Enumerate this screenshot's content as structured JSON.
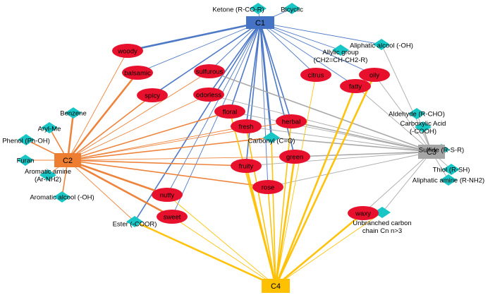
{
  "colors": {
    "C1": "#4472c4",
    "C2": "#ed7d31",
    "C3": "#a5a5a5",
    "C4": "#ffc000",
    "odor_node": "#e8112d",
    "group_node": "#19c6c6"
  },
  "node_styles": {
    "cluster": "rectangle",
    "odor": "red-ellipse",
    "chemical_group": "cyan-diamond"
  },
  "clusters": [
    {
      "id": "C1",
      "label": "C1"
    },
    {
      "id": "C2",
      "label": "C2"
    },
    {
      "id": "C3",
      "label": "C3"
    },
    {
      "id": "C4",
      "label": "C4"
    }
  ],
  "odors": [
    {
      "id": "woody",
      "label": "woody"
    },
    {
      "id": "balsamic",
      "label": "balsamic"
    },
    {
      "id": "sulfurous",
      "label": "sulfurous"
    },
    {
      "id": "spicy",
      "label": "spicy"
    },
    {
      "id": "odorless",
      "label": "odorless"
    },
    {
      "id": "citrus",
      "label": "citrus"
    },
    {
      "id": "oily",
      "label": "oily"
    },
    {
      "id": "fatty",
      "label": "fatty"
    },
    {
      "id": "floral",
      "label": "floral"
    },
    {
      "id": "fresh",
      "label": "fresh"
    },
    {
      "id": "herbal",
      "label": "herbal"
    },
    {
      "id": "green",
      "label": "green"
    },
    {
      "id": "fruity",
      "label": "fruity"
    },
    {
      "id": "rose",
      "label": "rose"
    },
    {
      "id": "nutty",
      "label": "nutty"
    },
    {
      "id": "sweet",
      "label": "sweet"
    },
    {
      "id": "waxy",
      "label": "waxy"
    }
  ],
  "groups": [
    {
      "id": "ketone",
      "label": "Ketone (R-CO-R)"
    },
    {
      "id": "bicyclic",
      "label": "Bicyclic"
    },
    {
      "id": "aliph_alc",
      "label": "Aliphatic alcool (-OH)"
    },
    {
      "id": "allylic",
      "label": "Allylic group\n(CH2=CH-CH2-R)"
    },
    {
      "id": "benzene",
      "label": "Benzene"
    },
    {
      "id": "arylme",
      "label": "Aryl-Me"
    },
    {
      "id": "phenol",
      "label": "Phenol (Ph-OH)"
    },
    {
      "id": "furan",
      "label": "Furan"
    },
    {
      "id": "arom_amine",
      "label": "Aromatic amine\n(Ar-NH2)"
    },
    {
      "id": "arom_alc",
      "label": "Aromatic alcool (-OH)"
    },
    {
      "id": "carbonyl",
      "label": "Carbonyl (C=O)"
    },
    {
      "id": "aldehyde",
      "label": "Aldehyde (R-CHO)"
    },
    {
      "id": "carbox",
      "label": "Carboxylic Acid\n(-COOH)"
    },
    {
      "id": "sulfide",
      "label": "Sulfide (R-S-R)"
    },
    {
      "id": "thiol",
      "label": "Thiol (R-SH)"
    },
    {
      "id": "aliph_amine",
      "label": "Aliphatic amine (R-NH2)"
    },
    {
      "id": "ester",
      "label": "Ester (-COOR)"
    },
    {
      "id": "unbranched",
      "label": "Unbranched carbon\nchain Cn n>3"
    }
  ],
  "edges": [
    {
      "from": "C1",
      "to": "ketone",
      "cluster": "C1",
      "weight": 1
    },
    {
      "from": "C1",
      "to": "bicyclic",
      "cluster": "C1",
      "weight": 1
    },
    {
      "from": "C1",
      "to": "woody",
      "cluster": "C1",
      "weight": 3
    },
    {
      "from": "C1",
      "to": "balsamic",
      "cluster": "C1",
      "weight": 1
    },
    {
      "from": "C1",
      "to": "sulfurous",
      "cluster": "C1",
      "weight": 1
    },
    {
      "from": "C1",
      "to": "spicy",
      "cluster": "C1",
      "weight": 2
    },
    {
      "from": "C1",
      "to": "odorless",
      "cluster": "C1",
      "weight": 2
    },
    {
      "from": "C1",
      "to": "floral",
      "cluster": "C1",
      "weight": 2
    },
    {
      "from": "C1",
      "to": "fresh",
      "cluster": "C1",
      "weight": 2
    },
    {
      "from": "C1",
      "to": "herbal",
      "cluster": "C1",
      "weight": 2
    },
    {
      "from": "C1",
      "to": "carbonyl",
      "cluster": "C1",
      "weight": 3
    },
    {
      "from": "C1",
      "to": "green",
      "cluster": "C1",
      "weight": 2
    },
    {
      "from": "C1",
      "to": "fruity",
      "cluster": "C1",
      "weight": 2
    },
    {
      "from": "C1",
      "to": "rose",
      "cluster": "C1",
      "weight": 1
    },
    {
      "from": "C1",
      "to": "citrus",
      "cluster": "C1",
      "weight": 1
    },
    {
      "from": "C1",
      "to": "fatty",
      "cluster": "C1",
      "weight": 1
    },
    {
      "from": "C1",
      "to": "oily",
      "cluster": "C1",
      "weight": 1
    },
    {
      "from": "C1",
      "to": "aliph_alc",
      "cluster": "C1",
      "weight": 1
    },
    {
      "from": "C1",
      "to": "allylic",
      "cluster": "C1",
      "weight": 1
    },
    {
      "from": "C1",
      "to": "nutty",
      "cluster": "C1",
      "weight": 1
    },
    {
      "from": "C1",
      "to": "sweet",
      "cluster": "C1",
      "weight": 1
    },
    {
      "from": "C1",
      "to": "ester",
      "cluster": "C1",
      "weight": 2
    },
    {
      "from": "C2",
      "to": "woody",
      "cluster": "C2",
      "weight": 1
    },
    {
      "from": "C2",
      "to": "balsamic",
      "cluster": "C2",
      "weight": 3
    },
    {
      "from": "C2",
      "to": "sulfurous",
      "cluster": "C2",
      "weight": 1
    },
    {
      "from": "C2",
      "to": "spicy",
      "cluster": "C2",
      "weight": 2
    },
    {
      "from": "C2",
      "to": "odorless",
      "cluster": "C2",
      "weight": 1
    },
    {
      "from": "C2",
      "to": "floral",
      "cluster": "C2",
      "weight": 2
    },
    {
      "from": "C2",
      "to": "fresh",
      "cluster": "C2",
      "weight": 1
    },
    {
      "from": "C2",
      "to": "herbal",
      "cluster": "C2",
      "weight": 1
    },
    {
      "from": "C2",
      "to": "carbonyl",
      "cluster": "C2",
      "weight": 2
    },
    {
      "from": "C2",
      "to": "fruity",
      "cluster": "C2",
      "weight": 2
    },
    {
      "from": "C2",
      "to": "green",
      "cluster": "C2",
      "weight": 1
    },
    {
      "from": "C2",
      "to": "rose",
      "cluster": "C2",
      "weight": 2
    },
    {
      "from": "C2",
      "to": "nutty",
      "cluster": "C2",
      "weight": 3
    },
    {
      "from": "C2",
      "to": "sweet",
      "cluster": "C2",
      "weight": 3
    },
    {
      "from": "C2",
      "to": "ester",
      "cluster": "C2",
      "weight": 1
    },
    {
      "from": "C2",
      "to": "benzene",
      "cluster": "C2",
      "weight": 3
    },
    {
      "from": "C2",
      "to": "arylme",
      "cluster": "C2",
      "weight": 2
    },
    {
      "from": "C2",
      "to": "phenol",
      "cluster": "C2",
      "weight": 2
    },
    {
      "from": "C2",
      "to": "furan",
      "cluster": "C2",
      "weight": 1
    },
    {
      "from": "C2",
      "to": "arom_amine",
      "cluster": "C2",
      "weight": 1
    },
    {
      "from": "C2",
      "to": "arom_alc",
      "cluster": "C2",
      "weight": 2
    },
    {
      "from": "C3",
      "to": "aliph_alc",
      "cluster": "C3",
      "weight": 1
    },
    {
      "from": "C3",
      "to": "oily",
      "cluster": "C3",
      "weight": 1
    },
    {
      "from": "C3",
      "to": "fatty",
      "cluster": "C3",
      "weight": 1
    },
    {
      "from": "C3",
      "to": "sulfurous",
      "cluster": "C3",
      "weight": 2
    },
    {
      "from": "C3",
      "to": "odorless",
      "cluster": "C3",
      "weight": 1
    },
    {
      "from": "C3",
      "to": "floral",
      "cluster": "C3",
      "weight": 1
    },
    {
      "from": "C3",
      "to": "fresh",
      "cluster": "C3",
      "weight": 1
    },
    {
      "from": "C3",
      "to": "herbal",
      "cluster": "C3",
      "weight": 2
    },
    {
      "from": "C3",
      "to": "carbonyl",
      "cluster": "C3",
      "weight": 2
    },
    {
      "from": "C3",
      "to": "green",
      "cluster": "C3",
      "weight": 2
    },
    {
      "from": "C3",
      "to": "fruity",
      "cluster": "C3",
      "weight": 1
    },
    {
      "from": "C3",
      "to": "rose",
      "cluster": "C3",
      "weight": 1
    },
    {
      "from": "C3",
      "to": "aldehyde",
      "cluster": "C3",
      "weight": 1
    },
    {
      "from": "C3",
      "to": "carbox",
      "cluster": "C3",
      "weight": 1
    },
    {
      "from": "C3",
      "to": "sulfide",
      "cluster": "C3",
      "weight": 1
    },
    {
      "from": "C3",
      "to": "thiol",
      "cluster": "C3",
      "weight": 1
    },
    {
      "from": "C3",
      "to": "aliph_amine",
      "cluster": "C3",
      "weight": 1
    },
    {
      "from": "C3",
      "to": "waxy",
      "cluster": "C3",
      "weight": 1
    },
    {
      "from": "C3",
      "to": "unbranched",
      "cluster": "C3",
      "weight": 1
    },
    {
      "from": "C4",
      "to": "citrus",
      "cluster": "C4",
      "weight": 1
    },
    {
      "from": "C4",
      "to": "fatty",
      "cluster": "C4",
      "weight": 3
    },
    {
      "from": "C4",
      "to": "oily",
      "cluster": "C4",
      "weight": 3
    },
    {
      "from": "C4",
      "to": "floral",
      "cluster": "C4",
      "weight": 2
    },
    {
      "from": "C4",
      "to": "fresh",
      "cluster": "C4",
      "weight": 2
    },
    {
      "from": "C4",
      "to": "herbal",
      "cluster": "C4",
      "weight": 2
    },
    {
      "from": "C4",
      "to": "carbonyl",
      "cluster": "C4",
      "weight": 2
    },
    {
      "from": "C4",
      "to": "green",
      "cluster": "C4",
      "weight": 3
    },
    {
      "from": "C4",
      "to": "fruity",
      "cluster": "C4",
      "weight": 3
    },
    {
      "from": "C4",
      "to": "rose",
      "cluster": "C4",
      "weight": 2
    },
    {
      "from": "C4",
      "to": "nutty",
      "cluster": "C4",
      "weight": 1
    },
    {
      "from": "C4",
      "to": "sweet",
      "cluster": "C4",
      "weight": 1
    },
    {
      "from": "C4",
      "to": "ester",
      "cluster": "C4",
      "weight": 3
    },
    {
      "from": "C4",
      "to": "waxy",
      "cluster": "C4",
      "weight": 3
    },
    {
      "from": "C4",
      "to": "unbranched",
      "cluster": "C4",
      "weight": 1
    }
  ]
}
